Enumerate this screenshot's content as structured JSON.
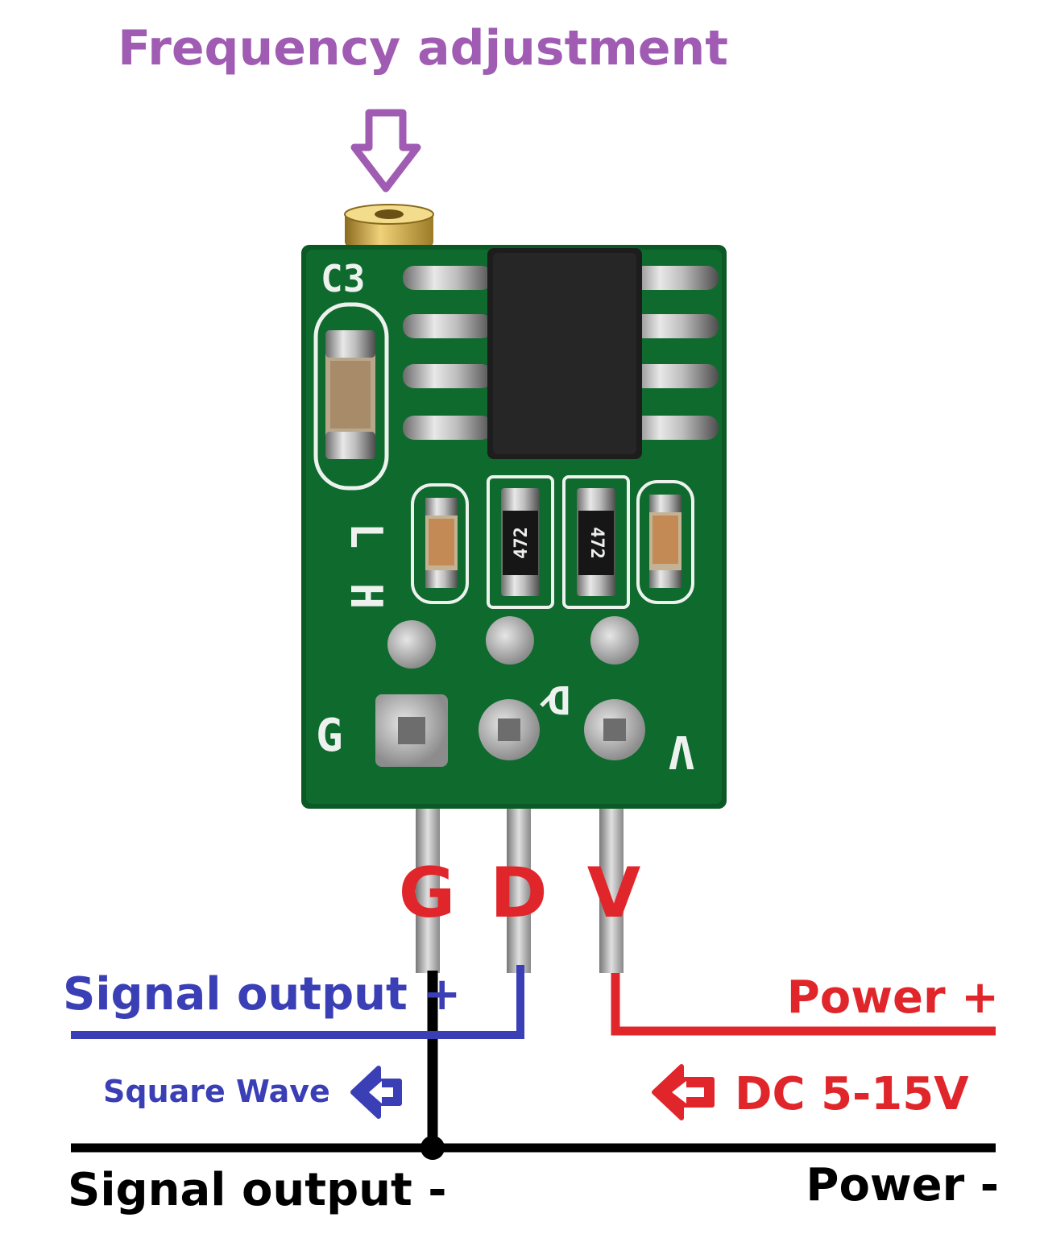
{
  "title": "Frequency adjustment",
  "board": {
    "silk_c3": "C3",
    "silk_l": "L",
    "silk_h": "H",
    "silk_g": "G",
    "silk_d": "D",
    "silk_v": "V",
    "resistor_code_1": "472",
    "resistor_code_2": "472"
  },
  "pins": {
    "g": "G",
    "d": "D",
    "v": "V"
  },
  "labels": {
    "signal_output_plus": "Signal output +",
    "square_wave": "Square Wave",
    "power_plus": "Power +",
    "dc_range": "DC 5-15V",
    "signal_output_minus": "Signal output -",
    "power_minus": "Power -"
  },
  "colors": {
    "title": "#a05cb3",
    "signal": "#3b3fb6",
    "power": "#e0262b",
    "ground": "#000000",
    "pcb": "#0b5a26",
    "silkscreen": "#eef2ee"
  }
}
